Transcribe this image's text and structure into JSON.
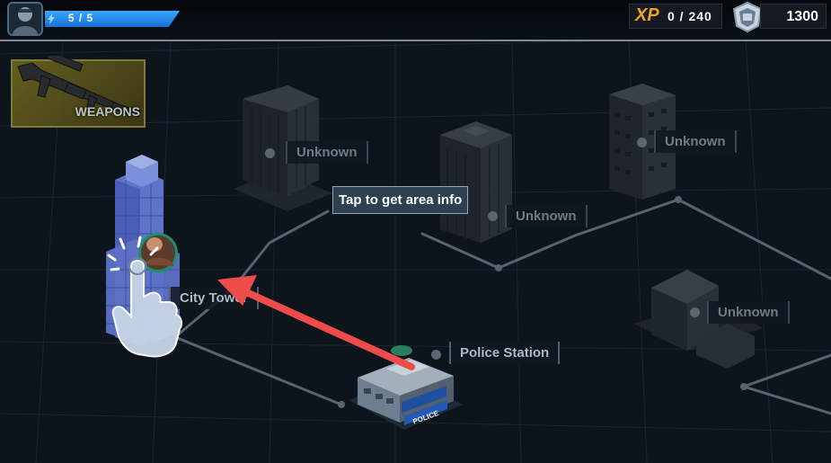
{
  "hud": {
    "energy_text": "5 / 5",
    "energy_fraction": 1.0,
    "xp_label": "XP",
    "xp_value": "0 / 240",
    "currency_value": "1300",
    "currency_icon": "shield-icon",
    "avatar_icon": "player-avatar-icon"
  },
  "weapons": {
    "label": "WEAPONS",
    "icon": "rifle-icon"
  },
  "tooltip": {
    "text": "Tap to get area info"
  },
  "locations": [
    {
      "id": "city-tower",
      "label": "City Tower",
      "status": "current"
    },
    {
      "id": "unknown-1",
      "label": "Unknown",
      "status": "locked"
    },
    {
      "id": "unknown-2",
      "label": "Unknown",
      "status": "locked"
    },
    {
      "id": "unknown-3",
      "label": "Unknown",
      "status": "locked"
    },
    {
      "id": "unknown-4",
      "label": "Unknown",
      "status": "locked"
    },
    {
      "id": "police-station",
      "label": "Police Station",
      "status": "available"
    }
  ],
  "building_signs": {
    "police": "POLICE"
  },
  "tutorial": {
    "hand_icon": "tap-hand-icon",
    "arrow_icon": "pointer-arrow-icon"
  },
  "colors": {
    "background": "#0d141c",
    "accent_blue": "#3aa6ff",
    "xp_orange": "#f0a020",
    "arrow_red": "#ee4b4b",
    "grid": "#2b3743"
  }
}
